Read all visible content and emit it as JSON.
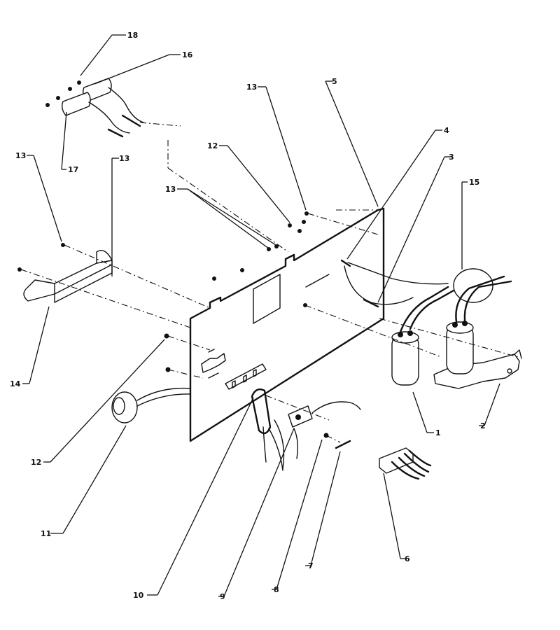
{
  "callouts": [
    {
      "id": "c1",
      "text": "1"
    },
    {
      "id": "c2",
      "text": "2"
    },
    {
      "id": "c3",
      "text": "3"
    },
    {
      "id": "c4",
      "text": "4"
    },
    {
      "id": "c5",
      "text": "5"
    },
    {
      "id": "c6",
      "text": "6"
    },
    {
      "id": "c7",
      "text": "7"
    },
    {
      "id": "c8",
      "text": "8"
    },
    {
      "id": "c9",
      "text": "9"
    },
    {
      "id": "c10",
      "text": "10"
    },
    {
      "id": "c11",
      "text": "11"
    },
    {
      "id": "c12a",
      "text": "12"
    },
    {
      "id": "c12b",
      "text": "12"
    },
    {
      "id": "c13a",
      "text": "13"
    },
    {
      "id": "c13b",
      "text": "13"
    },
    {
      "id": "c13c",
      "text": "13"
    },
    {
      "id": "c13d",
      "text": "13"
    },
    {
      "id": "c14",
      "text": "14"
    },
    {
      "id": "c15",
      "text": "15"
    },
    {
      "id": "c16",
      "text": "16"
    },
    {
      "id": "c17",
      "text": "17"
    },
    {
      "id": "c18",
      "text": "18"
    }
  ]
}
